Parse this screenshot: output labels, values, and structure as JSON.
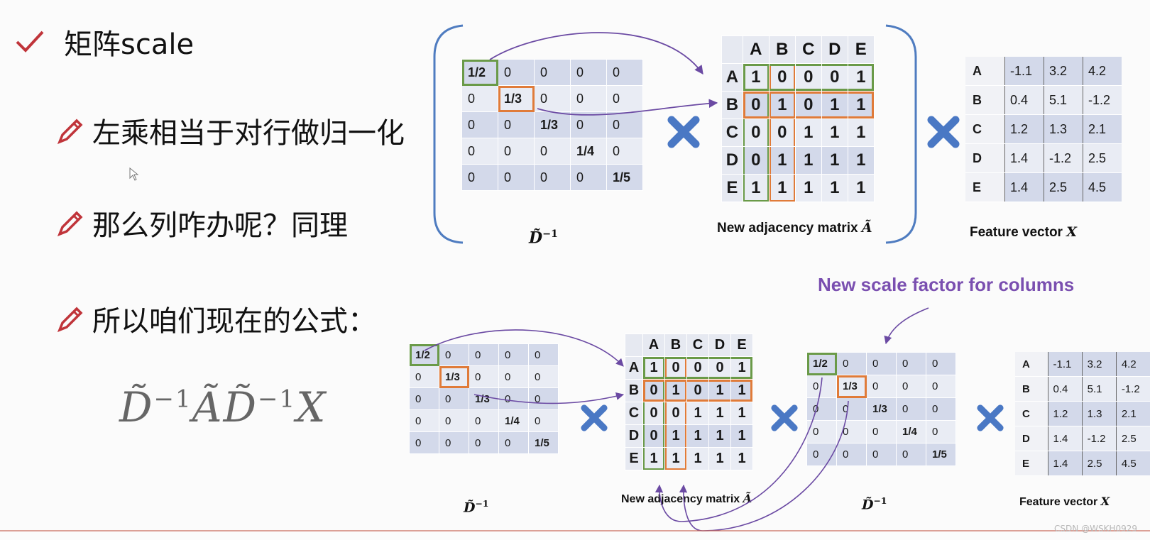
{
  "bullets": {
    "title": "矩阵scale",
    "b1": "左乘相当于对行做归一化",
    "b2": "那么列咋办呢？同理",
    "b3": "所以咱们现在的公式："
  },
  "formula": {
    "base": "D̃",
    "exp": "−1",
    "a": "Ã",
    "base2": "D̃",
    "exp2": "−1",
    "x": "X"
  },
  "d_inverse": {
    "label": "D̃",
    "exp": "−1",
    "rows": [
      [
        "1/2",
        "0",
        "0",
        "0",
        "0"
      ],
      [
        "0",
        "1/3",
        "0",
        "0",
        "0"
      ],
      [
        "0",
        "0",
        "1/3",
        "0",
        "0"
      ],
      [
        "0",
        "0",
        "0",
        "1/4",
        "0"
      ],
      [
        "0",
        "0",
        "0",
        "0",
        "1/5"
      ]
    ]
  },
  "adjacency": {
    "caption": "New adjacency matrix",
    "symbol": "Ã",
    "cols": [
      "A",
      "B",
      "C",
      "D",
      "E"
    ],
    "rows": [
      {
        "label": "A",
        "vals": [
          "1",
          "0",
          "0",
          "0",
          "1"
        ]
      },
      {
        "label": "B",
        "vals": [
          "0",
          "1",
          "0",
          "1",
          "1"
        ]
      },
      {
        "label": "C",
        "vals": [
          "0",
          "0",
          "1",
          "1",
          "1"
        ]
      },
      {
        "label": "D",
        "vals": [
          "0",
          "1",
          "1",
          "1",
          "1"
        ]
      },
      {
        "label": "E",
        "vals": [
          "1",
          "1",
          "1",
          "1",
          "1"
        ]
      }
    ]
  },
  "feature": {
    "caption": "Feature vector",
    "symbol": "X",
    "rows": [
      {
        "label": "A",
        "vals": [
          "-1.1",
          "3.2",
          "4.2"
        ]
      },
      {
        "label": "B",
        "vals": [
          "0.4",
          "5.1",
          "-1.2"
        ]
      },
      {
        "label": "C",
        "vals": [
          "1.2",
          "1.3",
          "2.1"
        ]
      },
      {
        "label": "D",
        "vals": [
          "1.4",
          "-1.2",
          "2.5"
        ]
      },
      {
        "label": "E",
        "vals": [
          "1.4",
          "2.5",
          "4.5"
        ]
      }
    ]
  },
  "scale_note": "New scale factor for columns",
  "watermark": "CSDN @WSKH0929",
  "colors": {
    "green": "#6a9a48",
    "orange": "#e07b39",
    "purple": "#6b4aa3",
    "cross": "#4a78c4",
    "bracket": "#4f7cc0"
  }
}
